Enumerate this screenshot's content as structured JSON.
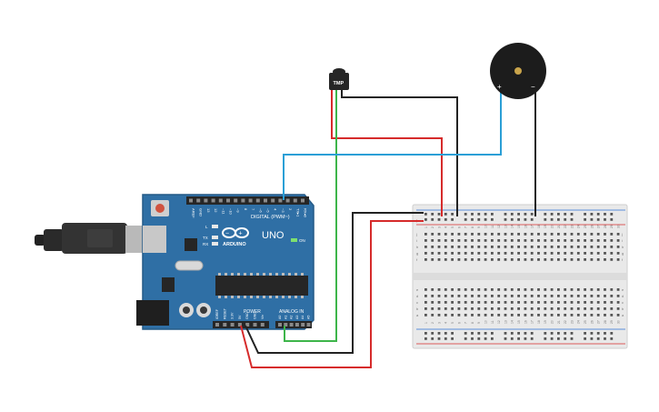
{
  "board": {
    "brand": "ARDUINO",
    "model": "UNO",
    "digital_label": "DIGITAL (PWM~)",
    "power_label": "POWER",
    "analog_label": "ANALOG IN",
    "on_label": "ON",
    "tx_label": "TX",
    "rx_label": "RX",
    "l_label": "L",
    "pins_digital": [
      "AREF",
      "GND",
      "13",
      "12",
      "~11",
      "~10",
      "~9",
      "8",
      "7",
      "~6",
      "~5",
      "4",
      "~3",
      "2",
      "TX▸1",
      "RX◂0"
    ],
    "pins_power": [
      "IOREF",
      "RESET",
      "3.3V",
      "5V",
      "GND",
      "GND",
      "Vin"
    ],
    "pins_analog": [
      "A0",
      "A1",
      "A2",
      "A3",
      "A4",
      "A5"
    ]
  },
  "sensor": {
    "label": "TMP"
  },
  "buzzer": {
    "plus": "+",
    "minus": "−"
  },
  "breadboard": {
    "rail_plus": "+",
    "rail_minus": "−",
    "row_letters_top": [
      "j",
      "i",
      "h",
      "g",
      "f"
    ],
    "row_letters_bottom": [
      "e",
      "d",
      "c",
      "b",
      "a"
    ],
    "columns": 30
  },
  "colors": {
    "board": "#2f6fa5",
    "board_edge": "#245a87",
    "wire_red": "#d62b2b",
    "wire_black": "#222222",
    "wire_green": "#3db54a",
    "wire_blue": "#2b9fd6",
    "breadboard": "#e9e9e9",
    "rail_red": "#d62b2b",
    "rail_blue": "#2b6fd6"
  }
}
